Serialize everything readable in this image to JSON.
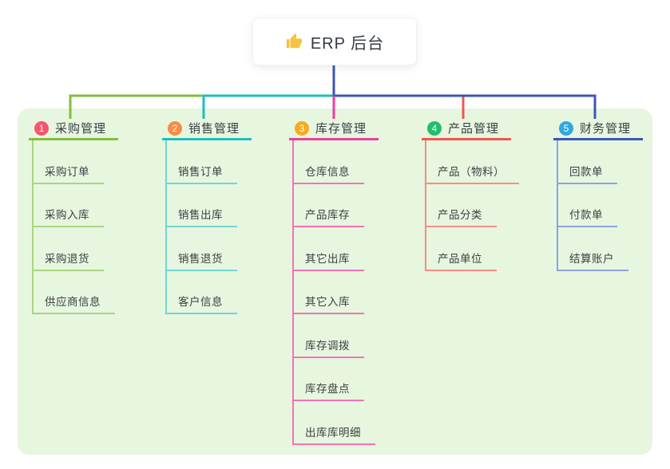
{
  "root": {
    "label": "ERP 后台",
    "icon": "thumbs-up-icon",
    "icon_color": "#f5c242"
  },
  "branches": [
    {
      "index": "1",
      "label": "采购管理",
      "badge_color": "#f3566e",
      "line_color": "#84bd3f",
      "child_line_color": "#a9d67f",
      "children": [
        "采购订单",
        "采购入库",
        "采购退货",
        "供应商信息"
      ]
    },
    {
      "index": "2",
      "label": "销售管理",
      "badge_color": "#fa8b44",
      "line_color": "#1fbdbd",
      "child_line_color": "#74d4d2",
      "children": [
        "销售订单",
        "销售出库",
        "销售退货",
        "客户信息"
      ]
    },
    {
      "index": "3",
      "label": "库存管理",
      "badge_color": "#f8ac1c",
      "line_color": "#ec3f9c",
      "child_line_color": "#f173b6",
      "children": [
        "仓库信息",
        "产品库存",
        "其它出库",
        "其它入库",
        "库存调拨",
        "库存盘点",
        "出库库明细"
      ]
    },
    {
      "index": "4",
      "label": "产品管理",
      "badge_color": "#21be6c",
      "line_color": "#f2564e",
      "child_line_color": "#f68d84",
      "children": [
        "产品（物料）",
        "产品分类",
        "产品单位"
      ]
    },
    {
      "index": "5",
      "label": "财务管理",
      "badge_color": "#31a7e0",
      "line_color": "#3d55b8",
      "child_line_color": "#8ba4de",
      "children": [
        "回款单",
        "付款单",
        "结算账户"
      ]
    }
  ],
  "colors": {
    "canvas_bg": "#e7f6df",
    "root_stem": "#3d55b8",
    "text": "#3c4043"
  }
}
